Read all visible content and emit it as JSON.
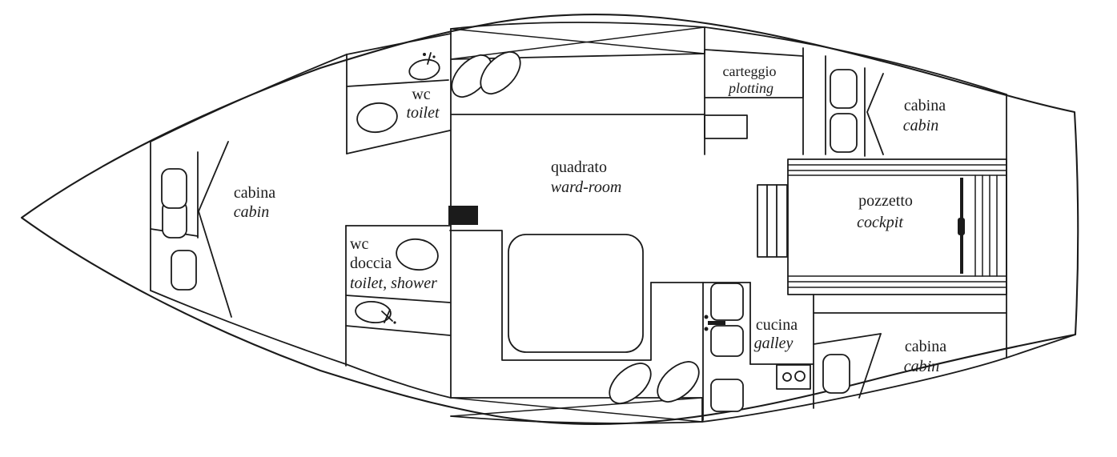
{
  "labels": {
    "cabin_fore": {
      "it": "cabina",
      "en": "cabin"
    },
    "wc_fore": {
      "it": "wc",
      "en": "toilet"
    },
    "wc_doccia": {
      "it_line1": "wc",
      "it_line2": "doccia",
      "en": "toilet, shower"
    },
    "wardroom": {
      "it": "quadrato",
      "en": "ward-room"
    },
    "carteggio": {
      "it": "carteggio",
      "en": "plotting"
    },
    "galley": {
      "it": "cucina",
      "en": "galley"
    },
    "cockpit": {
      "it": "pozzetto",
      "en": "cockpit"
    },
    "cabin_aft_top": {
      "it": "cabina",
      "en": "cabin"
    },
    "cabin_aft_bottom": {
      "it": "cabina",
      "en": "cabin"
    }
  },
  "colors": {
    "line": "#1b1b1b",
    "background": "#ffffff"
  }
}
